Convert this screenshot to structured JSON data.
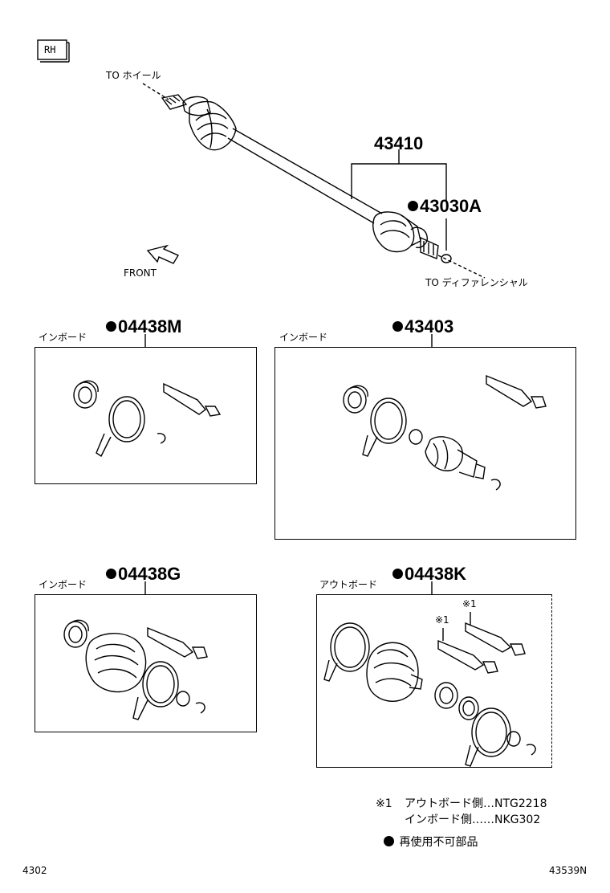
{
  "side_badge": "RH",
  "top": {
    "to_wheel": "TO ホイール",
    "to_diff": "TO ディファレンシャル",
    "front": "FRONT",
    "part_shaft": "43410",
    "part_clip": "43030A"
  },
  "kits": [
    {
      "part": "04438M",
      "side": "インボード"
    },
    {
      "part": "43403",
      "side": "インボード"
    },
    {
      "part": "04438G",
      "side": "インボード"
    },
    {
      "part": "04438K",
      "side": "アウトボード"
    }
  ],
  "grease_mark_1": "※1",
  "grease_mark_2": "※1",
  "legend": {
    "mark": "※1",
    "line1": "アウトボード側…NTG2218",
    "line2": "インボード側……NKG302",
    "dot_text": "再使用不可部品"
  },
  "footer": {
    "left": "4302",
    "right": "43539N"
  }
}
